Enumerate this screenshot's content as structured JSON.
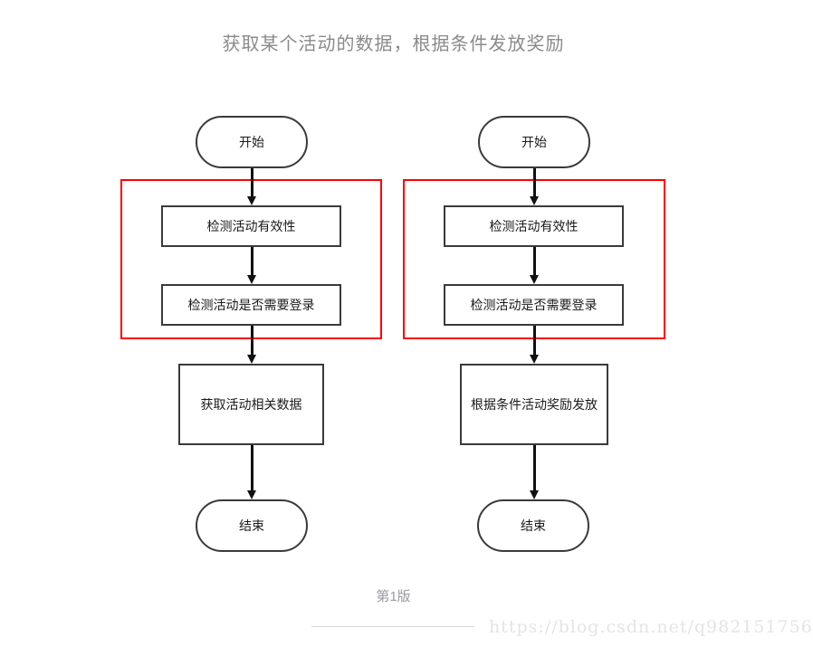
{
  "title": "获取某个活动的数据，根据条件发放奖励",
  "colors": {
    "highlight": "#fe0000",
    "node_border": "#3a3a3a",
    "connector": "#111111",
    "title_text": "#8a8a8a",
    "version_text": "#9a9aa2",
    "watermark_text": "#e4e4e4"
  },
  "chart_data": {
    "type": "diagram",
    "title": "获取某个活动的数据，根据条件发放奖励",
    "lanes": [
      {
        "id": "left-flow",
        "nodes": [
          {
            "id": "l1",
            "shape": "terminator",
            "label": "开始"
          },
          {
            "id": "l2",
            "shape": "process",
            "label": "检测活动有效性"
          },
          {
            "id": "l3",
            "shape": "process",
            "label": "检测活动是否需要登录"
          },
          {
            "id": "l4",
            "shape": "process",
            "label": "获取活动相关数据"
          },
          {
            "id": "l5",
            "shape": "terminator",
            "label": "结束"
          }
        ],
        "edges": [
          {
            "from": "l1",
            "to": "l2"
          },
          {
            "from": "l2",
            "to": "l3"
          },
          {
            "from": "l3",
            "to": "l4"
          },
          {
            "from": "l4",
            "to": "l5"
          }
        ],
        "highlight_group": [
          "l2",
          "l3"
        ]
      },
      {
        "id": "right-flow",
        "nodes": [
          {
            "id": "r1",
            "shape": "terminator",
            "label": "开始"
          },
          {
            "id": "r2",
            "shape": "process",
            "label": "检测活动有效性"
          },
          {
            "id": "r3",
            "shape": "process",
            "label": "检测活动是否需要登录"
          },
          {
            "id": "r4",
            "shape": "process",
            "label": "根据条件活动奖励发放"
          },
          {
            "id": "r5",
            "shape": "terminator",
            "label": "结束"
          }
        ],
        "edges": [
          {
            "from": "r1",
            "to": "r2"
          },
          {
            "from": "r2",
            "to": "r3"
          },
          {
            "from": "r3",
            "to": "r4"
          },
          {
            "from": "r4",
            "to": "r5"
          }
        ],
        "highlight_group": [
          "r2",
          "r3"
        ]
      }
    ]
  },
  "left": {
    "start": "开始",
    "step1": "检测活动有效性",
    "step2": "检测活动是否需要登录",
    "step3": "获取活动相关数据",
    "end": "结束"
  },
  "right": {
    "start": "开始",
    "step1": "检测活动有效性",
    "step2": "检测活动是否需要登录",
    "step3": "根据条件活动奖励发放",
    "end": "结束"
  },
  "footer": {
    "version": "第1版",
    "watermark": "https://blog.csdn.net/q982151756"
  }
}
